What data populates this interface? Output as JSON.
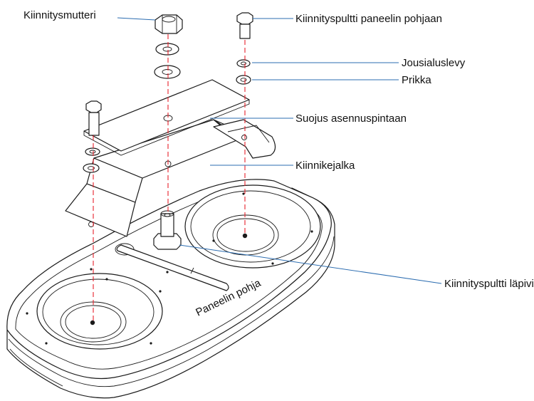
{
  "colors": {
    "leader_line": "#2b6cb0",
    "axis_line": "#e8212a",
    "outline": "#1a1a1a",
    "label_text": "#111111"
  },
  "labels": {
    "nut": "Kiinnitysmutteri",
    "panel_bolt": "Kiinnityspultti paneelin pohjaan",
    "spring_washer": "Jousialuslevy",
    "washer": "Prikka",
    "surface_cover": "Suojus asennuspintaan",
    "bracket_foot": "Kiinnikejalka",
    "feedthrough_bolt": "Kiinnityspultti läpiviennillä",
    "panel_base": "Paneelin pohja"
  }
}
